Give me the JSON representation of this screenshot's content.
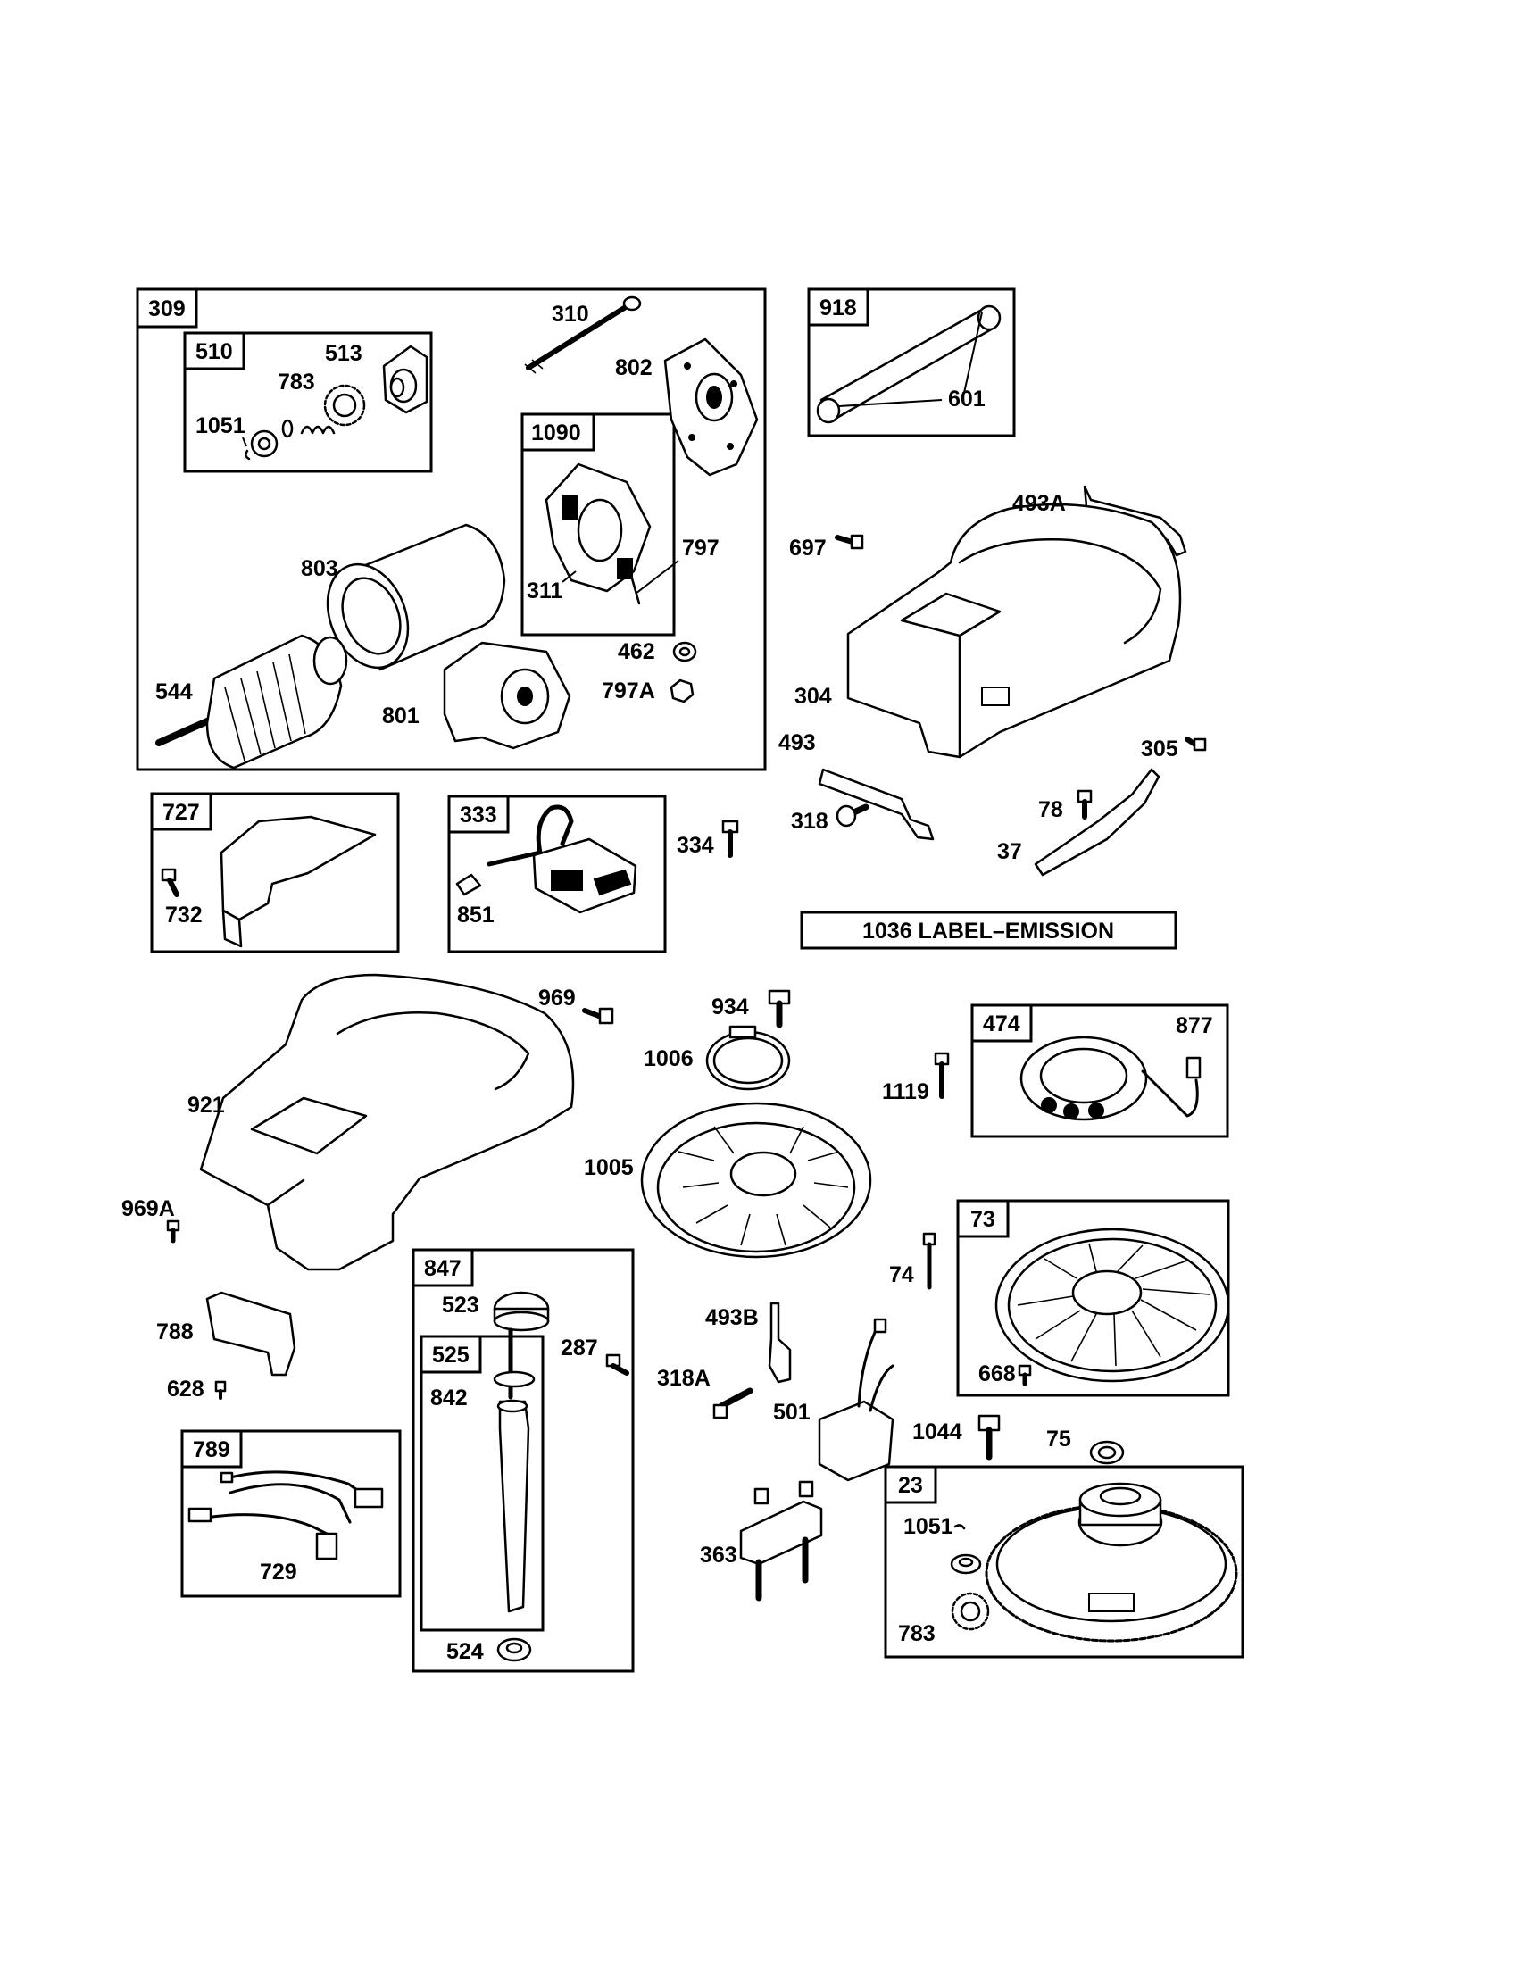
{
  "groups": {
    "g309": "309",
    "g510": "510",
    "g1090": "1090",
    "g918": "918",
    "g727": "727",
    "g333": "333",
    "g474": "474",
    "g73": "73",
    "g847": "847",
    "g525": "525",
    "g789": "789",
    "g23": "23"
  },
  "labels": {
    "p310": "310",
    "p513": "513",
    "p783a": "783",
    "p1051a": "1051",
    "p802": "802",
    "p803": "803",
    "p311": "311",
    "p797": "797",
    "p544": "544",
    "p462": "462",
    "p801": "801",
    "p797A": "797A",
    "p601": "601",
    "p493A": "493A",
    "p697": "697",
    "p304": "304",
    "p493": "493",
    "p305": "305",
    "p318": "318",
    "p78": "78",
    "p37": "37",
    "p334": "334",
    "p732": "732",
    "p851": "851",
    "p969": "969",
    "p934": "934",
    "p1006": "1006",
    "p877": "877",
    "p1119": "1119",
    "p921": "921",
    "p1005": "1005",
    "p969A": "969A",
    "p74": "74",
    "p523": "523",
    "p788": "788",
    "p287": "287",
    "p493B": "493B",
    "p628": "628",
    "p842": "842",
    "p318A": "318A",
    "p668": "668",
    "p501": "501",
    "p1044": "1044",
    "p75": "75",
    "p1051b": "1051",
    "p363": "363",
    "p729": "729",
    "p524": "524",
    "p783b": "783"
  },
  "emission_label": "1036 LABEL–EMISSION"
}
